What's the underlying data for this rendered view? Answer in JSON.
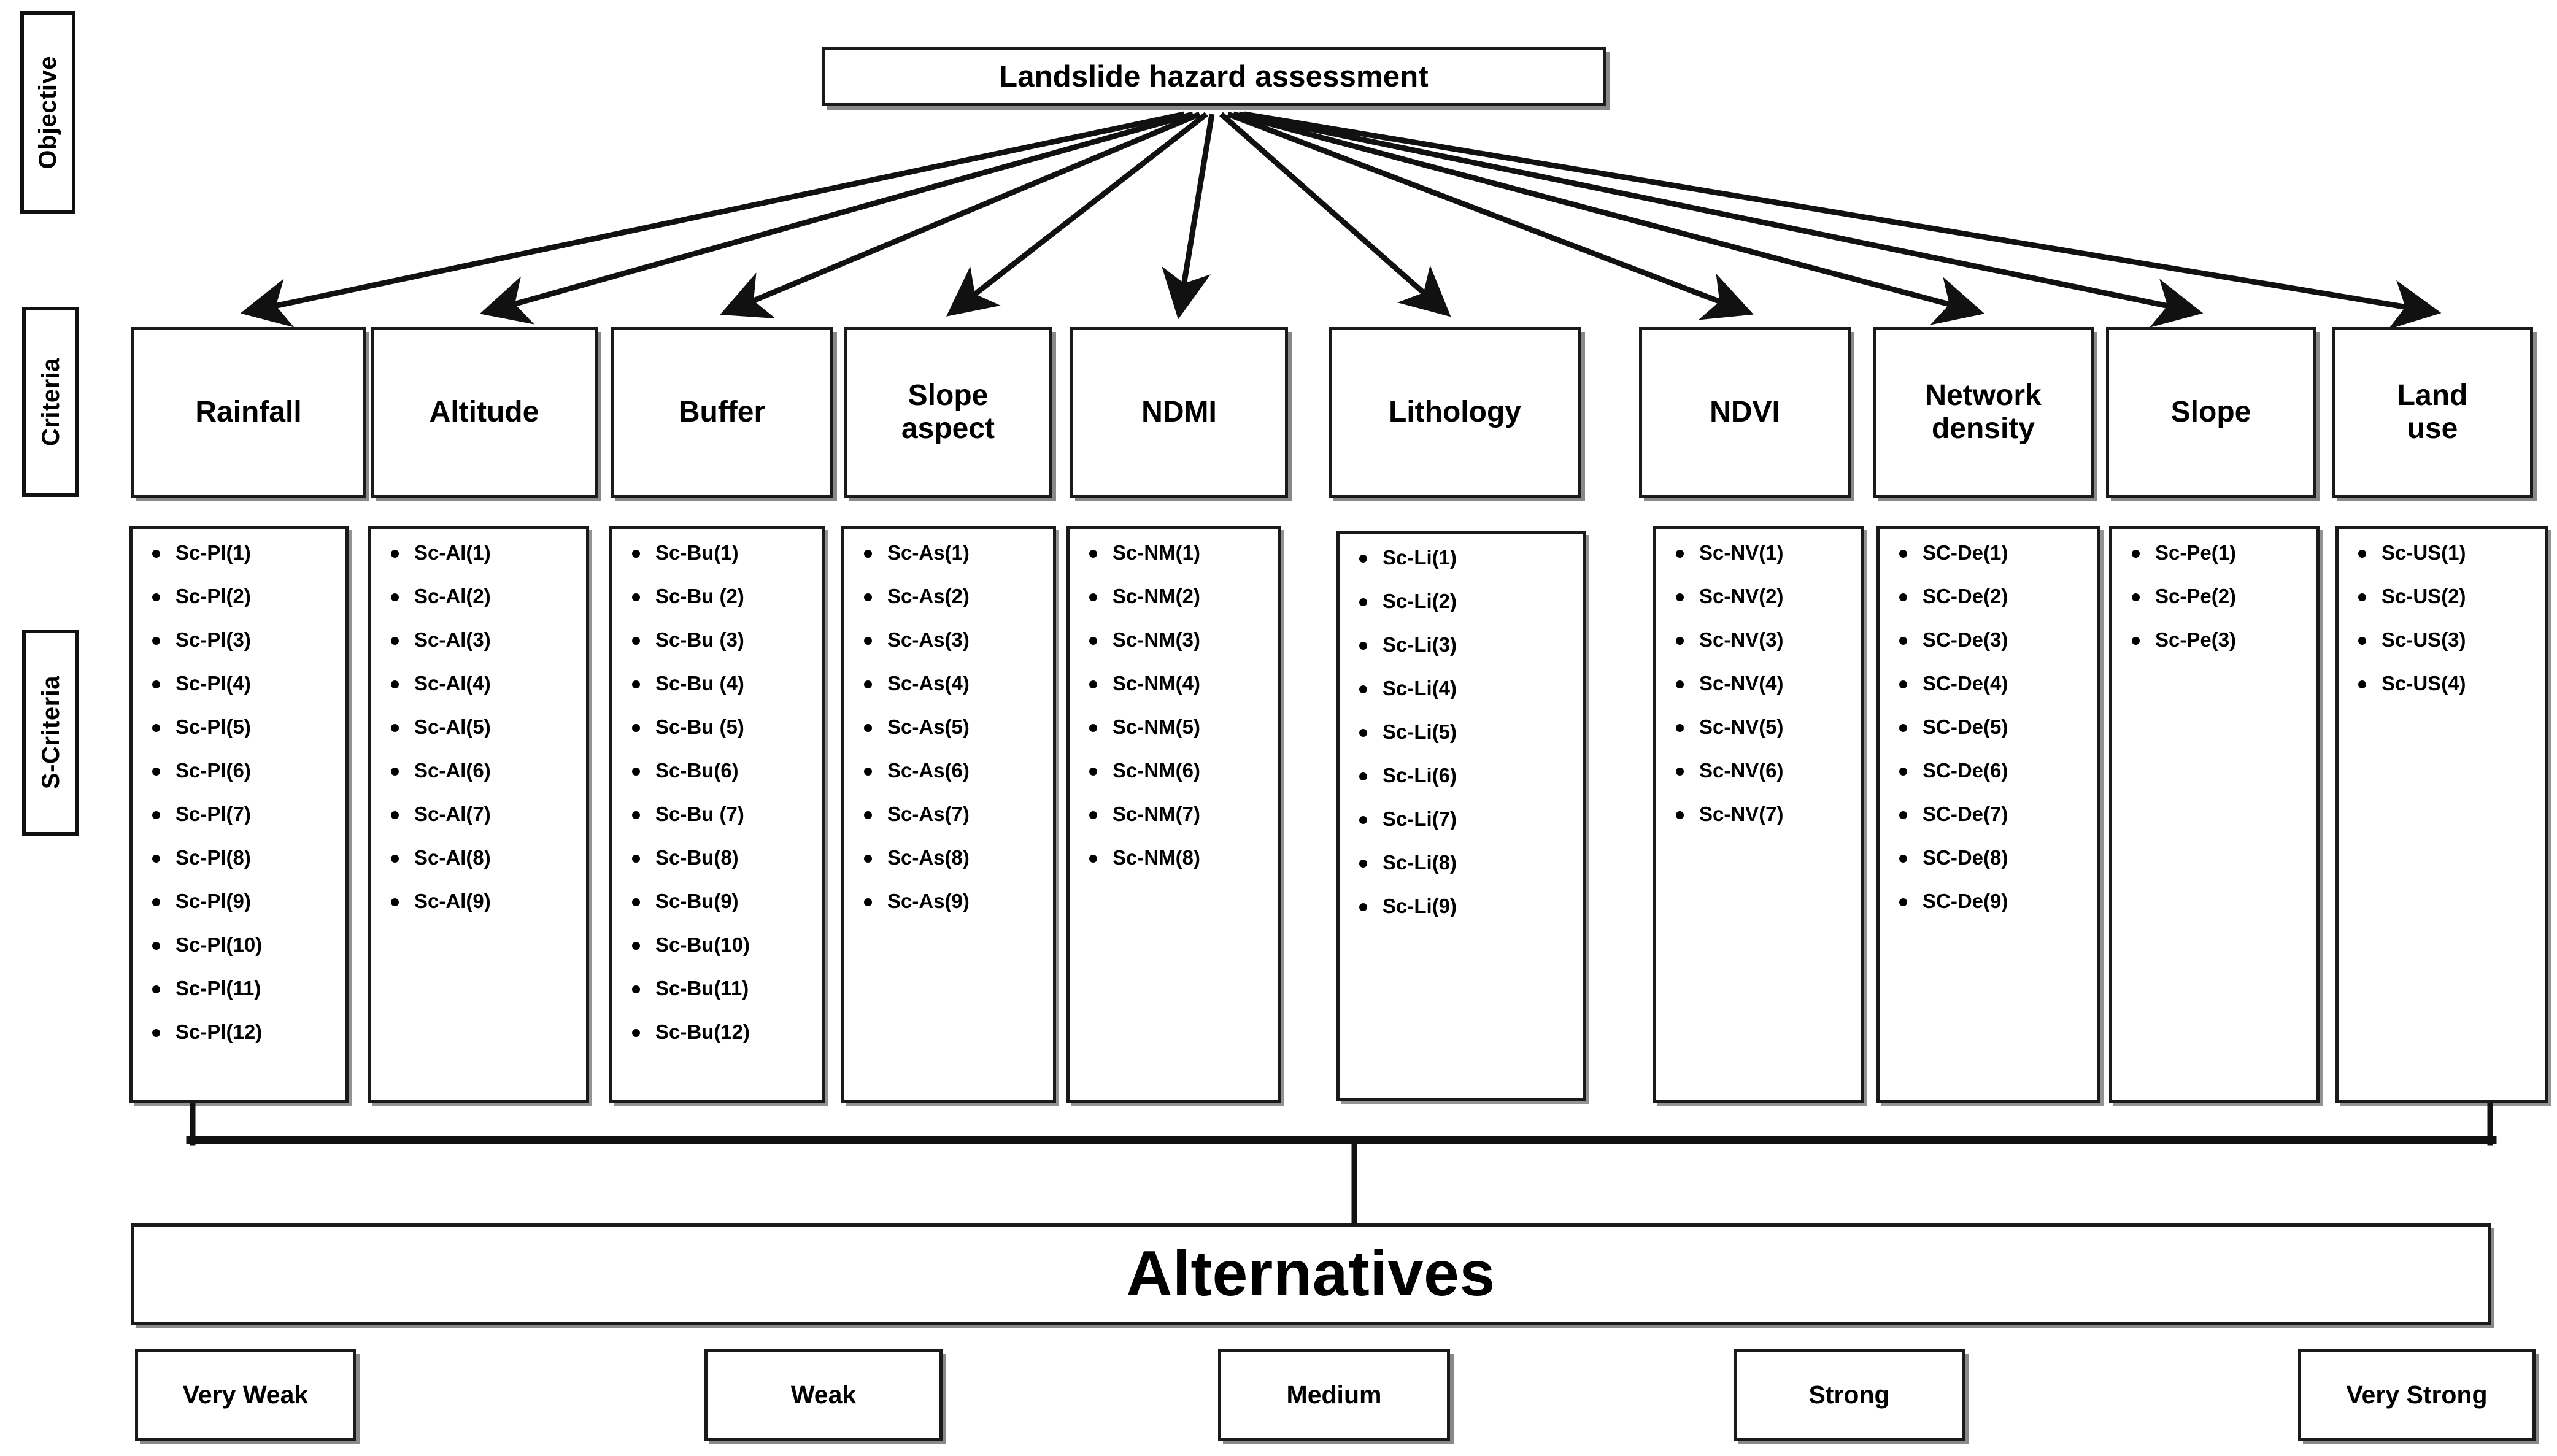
{
  "levels": {
    "objective_label": "Objective",
    "criteria_label": "Criteria",
    "subcriteria_label": "S-Criteria"
  },
  "objective": {
    "title": "Landslide hazard assessment"
  },
  "criteria": [
    {
      "name": "Rainfall",
      "label": "Rainfall"
    },
    {
      "name": "Altitude",
      "label": "Altitude"
    },
    {
      "name": "Buffer",
      "label": "Buffer"
    },
    {
      "name": "Slope aspect",
      "label": "Slope\naspect"
    },
    {
      "name": "NDMI",
      "label": "NDMI"
    },
    {
      "name": "Lithology",
      "label": "Lithology"
    },
    {
      "name": "NDVI",
      "label": "NDVI"
    },
    {
      "name": "Network density",
      "label": "Network\ndensity"
    },
    {
      "name": "Slope",
      "label": "Slope"
    },
    {
      "name": "Land use",
      "label": "Land\nuse"
    }
  ],
  "subcriteria": [
    {
      "parent": "Rainfall",
      "items": [
        "Sc-Pl(1)",
        "Sc-Pl(2)",
        "Sc-Pl(3)",
        "Sc-Pl(4)",
        "Sc-Pl(5)",
        "Sc-Pl(6)",
        "Sc-Pl(7)",
        "Sc-Pl(8)",
        "Sc-Pl(9)",
        "Sc-Pl(10)",
        "Sc-Pl(11)",
        "Sc-Pl(12)"
      ]
    },
    {
      "parent": "Altitude",
      "items": [
        "Sc-Al(1)",
        "Sc-Al(2)",
        "Sc-Al(3)",
        "Sc-Al(4)",
        "Sc-Al(5)",
        "Sc-Al(6)",
        "Sc-Al(7)",
        "Sc-Al(8)",
        "Sc-Al(9)"
      ]
    },
    {
      "parent": "Buffer",
      "items": [
        "Sc-Bu(1)",
        "Sc-Bu (2)",
        "Sc-Bu (3)",
        "Sc-Bu (4)",
        "Sc-Bu (5)",
        "Sc-Bu(6)",
        "Sc-Bu (7)",
        "Sc-Bu(8)",
        "Sc-Bu(9)",
        "Sc-Bu(10)",
        "Sc-Bu(11)",
        "Sc-Bu(12)"
      ]
    },
    {
      "parent": "Slope aspect",
      "items": [
        "Sc-As(1)",
        "Sc-As(2)",
        "Sc-As(3)",
        "Sc-As(4)",
        "Sc-As(5)",
        "Sc-As(6)",
        "Sc-As(7)",
        "Sc-As(8)",
        "Sc-As(9)"
      ]
    },
    {
      "parent": "NDMI",
      "items": [
        "Sc-NM(1)",
        "Sc-NM(2)",
        "Sc-NM(3)",
        "Sc-NM(4)",
        "Sc-NM(5)",
        "Sc-NM(6)",
        "Sc-NM(7)",
        "Sc-NM(8)"
      ]
    },
    {
      "parent": "Lithology",
      "items": [
        "Sc-Li(1)",
        "Sc-Li(2)",
        "Sc-Li(3)",
        "Sc-Li(4)",
        "Sc-Li(5)",
        "Sc-Li(6)",
        "Sc-Li(7)",
        "Sc-Li(8)",
        "Sc-Li(9)"
      ]
    },
    {
      "parent": "NDVI",
      "items": [
        "Sc-NV(1)",
        "Sc-NV(2)",
        "Sc-NV(3)",
        "Sc-NV(4)",
        "Sc-NV(5)",
        "Sc-NV(6)",
        "Sc-NV(7)"
      ]
    },
    {
      "parent": "Network density",
      "items": [
        "SC-De(1)",
        "SC-De(2)",
        "SC-De(3)",
        "SC-De(4)",
        "SC-De(5)",
        "SC-De(6)",
        "SC-De(7)",
        "SC-De(8)",
        "SC-De(9)"
      ]
    },
    {
      "parent": "Slope",
      "items": [
        "Sc-Pe(1)",
        "Sc-Pe(2)",
        "Sc-Pe(3)"
      ]
    },
    {
      "parent": "Land use",
      "items": [
        "Sc-US(1)",
        "Sc-US(2)",
        "Sc-US(3)",
        "Sc-US(4)"
      ]
    }
  ],
  "alternatives": {
    "title": "Alternatives",
    "options": [
      "Very Weak",
      "Weak",
      "Medium",
      "Strong",
      "Very Strong"
    ]
  },
  "colors": {
    "stroke": "#1a1a1a",
    "background": "#ffffff",
    "text": "#000000"
  }
}
